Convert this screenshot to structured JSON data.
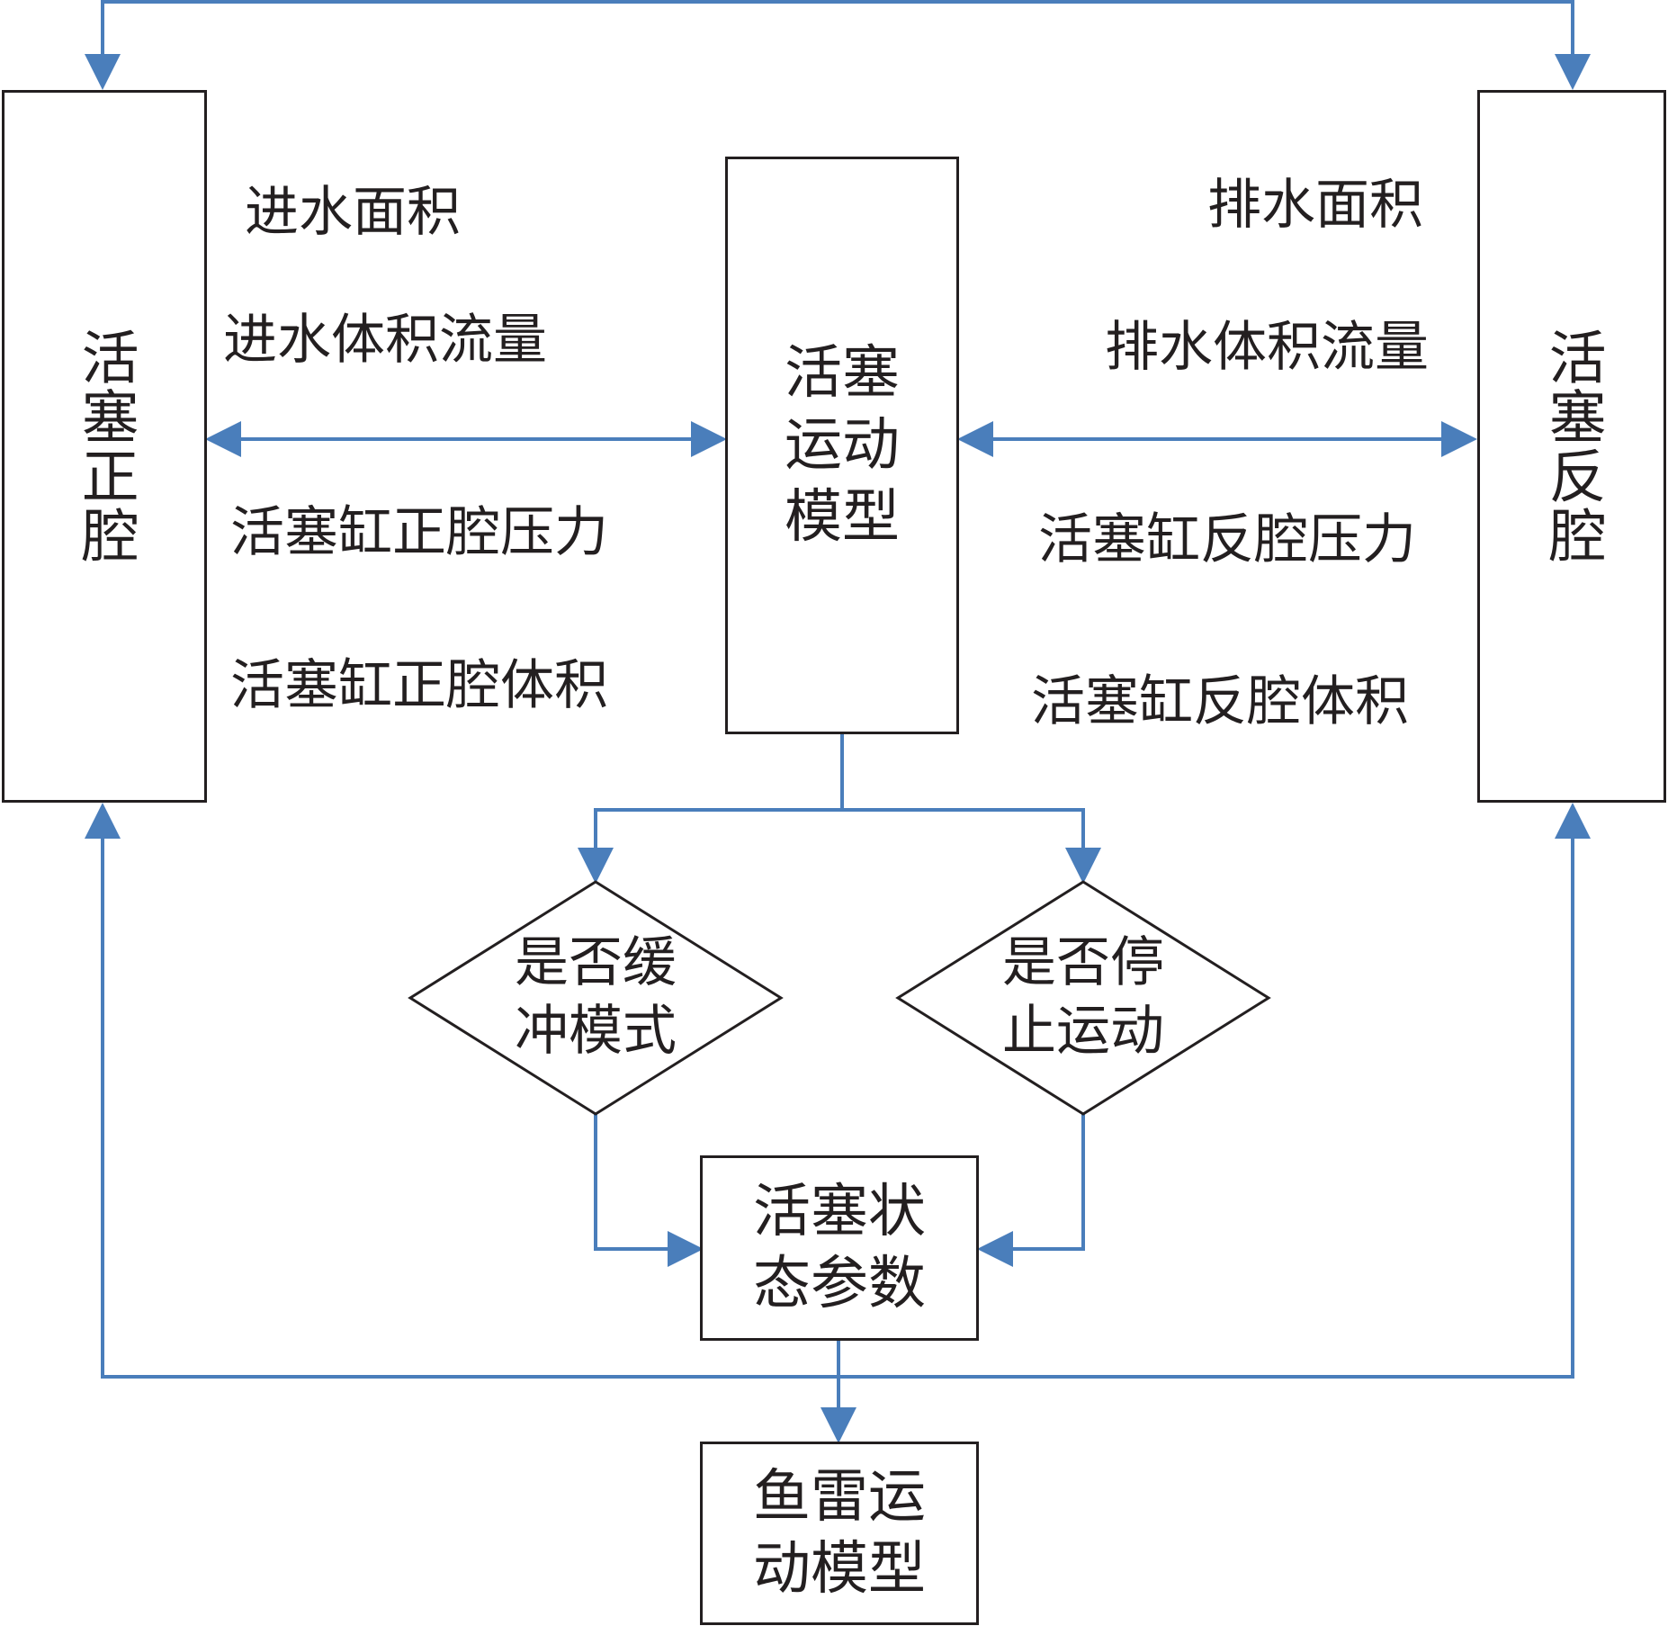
{
  "colors": {
    "connector": "#4a7ebb",
    "outline": "#231f20",
    "background": "#ffffff"
  },
  "nodes": {
    "forward_chamber": "活塞正腔",
    "reverse_chamber": "活塞反腔",
    "piston_model": {
      "line1": "活塞",
      "line2": "运动",
      "line3": "模型"
    },
    "buffer_decision": {
      "line1": "是否缓",
      "line2": "冲模式"
    },
    "stop_decision": {
      "line1": "是否停",
      "line2": "止运动"
    },
    "piston_state": {
      "line1": "活塞状",
      "line2": "态参数"
    },
    "torpedo_model": {
      "line1": "鱼雷运",
      "line2": "动模型"
    }
  },
  "labels": {
    "inlet_area": "进水面积",
    "inlet_flow": "进水体积流量",
    "forward_pressure": "活塞缸正腔压力",
    "forward_volume": "活塞缸正腔体积",
    "outlet_area": "排水面积",
    "outlet_flow": "排水体积流量",
    "reverse_pressure": "活塞缸反腔压力",
    "reverse_volume": "活塞缸反腔体积"
  }
}
